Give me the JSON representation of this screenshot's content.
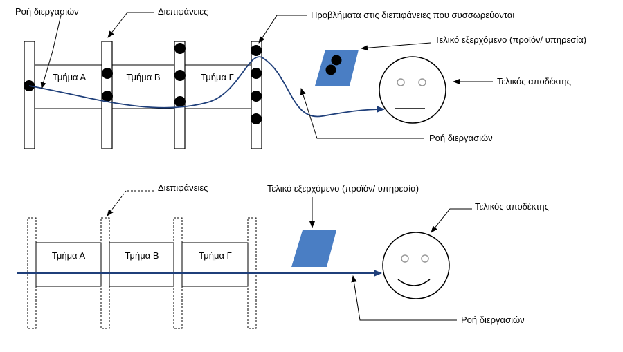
{
  "top": {
    "departments": [
      "Τμήμα Α",
      "Τμήμα Β",
      "Τμήμα Γ"
    ],
    "process_flow_label_left": "Ροή διεργασιών",
    "interfaces_label": "Διεπιφάνειες",
    "problems_label": "Προβλήματα στις διεπιφάνειες που συσσωρεύονται",
    "end_product_label": "Τελικό εξερχόμενο (προϊόν/ υπηρεσία)",
    "end_customer_label": "Τελικός αποδέκτης",
    "process_flow_label_right": "Ροή διεργασιών"
  },
  "bottom": {
    "departments": [
      "Τμήμα Α",
      "Τμήμα Β",
      "Τμήμα Γ"
    ],
    "interfaces_label": "Διεπιφάνειες",
    "end_product_label": "Τελικό εξερχόμενο (προϊόν/ υπηρεσία)",
    "end_customer_label": "Τελικός αποδέκτης",
    "process_flow_label": "Ροή διεργασιών"
  },
  "colors": {
    "flow_line": "#1f3f7a",
    "product": "#4a7ec4",
    "outline": "#000000",
    "eye": "#aaaaaa"
  }
}
